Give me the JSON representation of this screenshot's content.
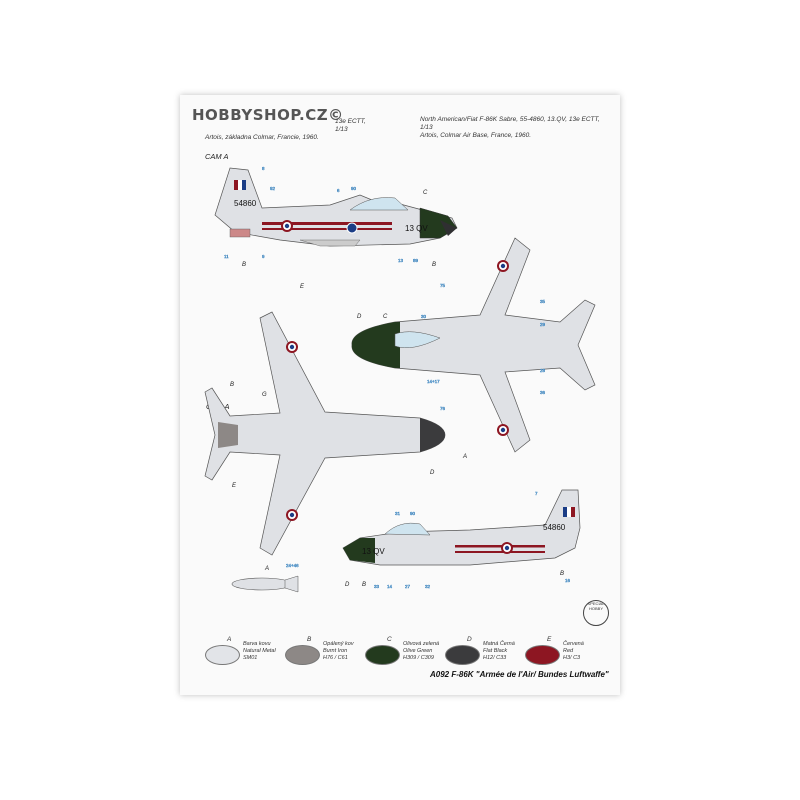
{
  "watermark": "HOBBYSHOP.CZ©",
  "caption_left": {
    "line1": "13e ECTT, 1/13",
    "line2": "Artois, základna Colmar, Francie, 1960."
  },
  "caption_right": {
    "line1": "North American/Fiat F-86K Sabre, 55-4860, 13.QV, 13e ECTT, 1/13",
    "line2": "Artois, Colmar Air Base, France, 1960."
  },
  "cam_label": "CAM A",
  "cam_label2": "CAM A",
  "serial": "54860",
  "code": "13 QV",
  "letters": {
    "a": "A",
    "b": "B",
    "c": "C",
    "d": "D",
    "e": "E",
    "g": "G"
  },
  "numbers": [
    "8",
    "92",
    "6",
    "90",
    "11",
    "9",
    "13",
    "89",
    "75",
    "35",
    "30",
    "29",
    "28",
    "14+17",
    "36",
    "76",
    "7",
    "31",
    "90",
    "32",
    "14",
    "27",
    "33",
    "16",
    "24+46"
  ],
  "legend": [
    {
      "letter": "A",
      "cz": "Barva kovu",
      "en": "Natural Metal",
      "code": "SM01",
      "color": "#e2e4e8"
    },
    {
      "letter": "B",
      "cz": "Opálený kov",
      "en": "Burnt Iron",
      "code": "H76 / C61",
      "color": "#8d8886"
    },
    {
      "letter": "C",
      "cz": "Olivová zelená",
      "en": "Olive Green",
      "code": "H309 / C309",
      "color": "#233a1e"
    },
    {
      "letter": "D",
      "cz": "Matná Černá",
      "en": "Flat Black",
      "code": "H12/ C33",
      "color": "#3b3b3d"
    },
    {
      "letter": "E",
      "cz": "Červená",
      "en": "Red",
      "code": "H3/ C3",
      "color": "#8d1622"
    }
  ],
  "footer": "A092 F-86K \"Armée de l'Air/ Bundes Luftwaffe\"",
  "logo_text": "SPECIAL HOBBY"
}
